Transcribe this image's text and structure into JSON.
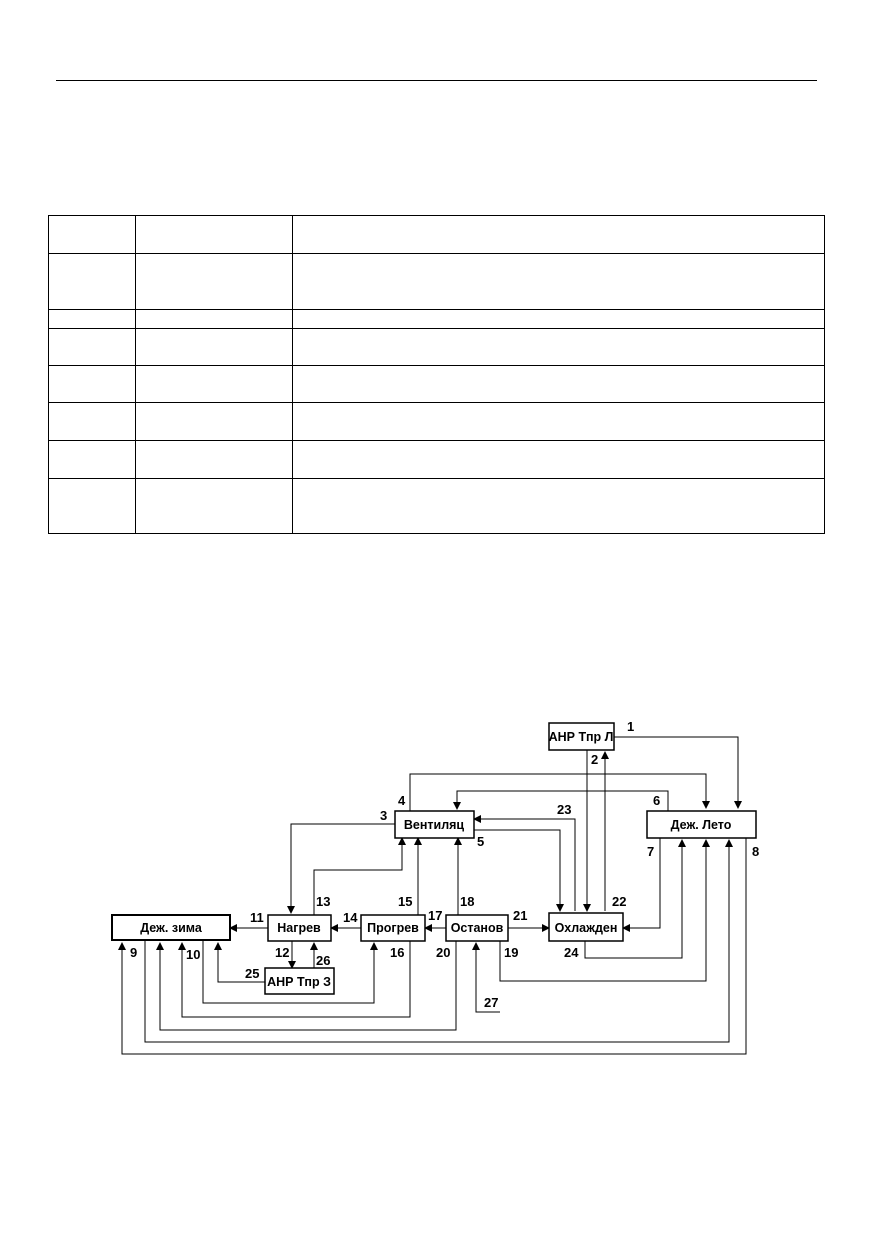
{
  "states": {
    "anr_tpr_l": "АНР Тпр Л",
    "ventilyats": "Вентиляц",
    "dezh_leto": "Деж. Лето",
    "dezh_zima": "Деж. зима",
    "nagrev": "Нагрев",
    "progrev": "Прогрев",
    "ostanov": "Останов",
    "okhlazhden": "Охлажден",
    "anr_tpr_z": "АНР Тпр З"
  },
  "transitions": [
    "1",
    "2",
    "3",
    "4",
    "5",
    "6",
    "7",
    "8",
    "9",
    "10",
    "11",
    "12",
    "13",
    "14",
    "15",
    "16",
    "17",
    "18",
    "19",
    "20",
    "21",
    "22",
    "23",
    "24",
    "25",
    "26",
    "27"
  ],
  "table": {
    "rows": 8,
    "columns": 3
  }
}
